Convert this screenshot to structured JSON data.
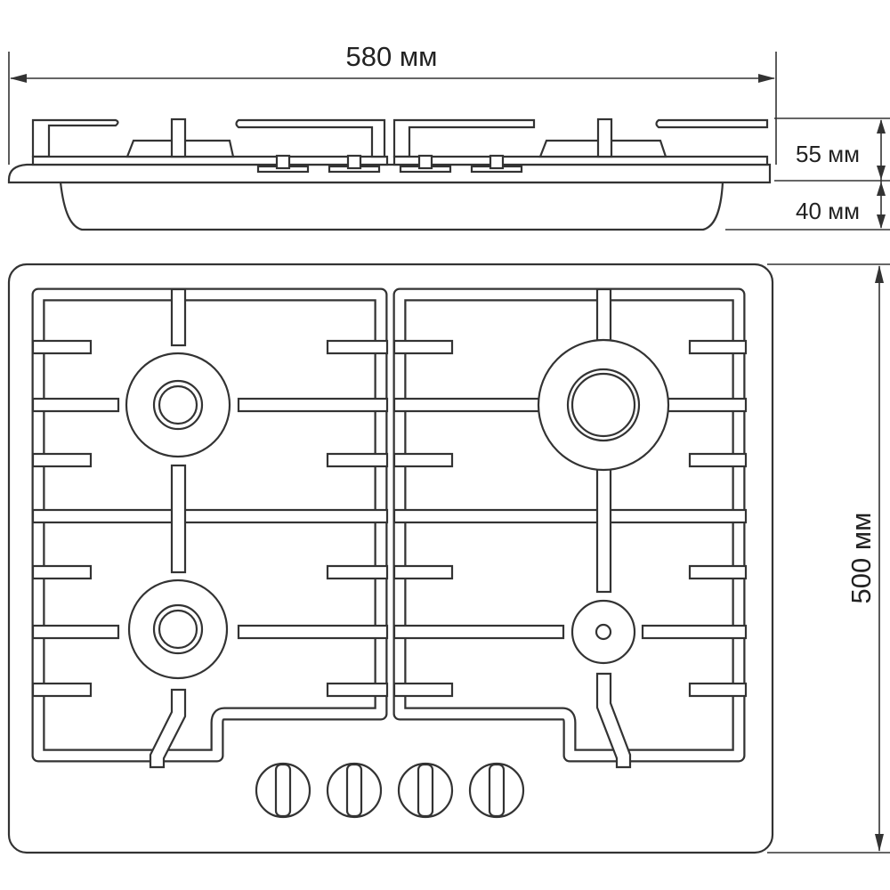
{
  "dimensions": {
    "width_label": "580 мм",
    "grate_height_label": "55 мм",
    "body_depth_label": "40 мм",
    "depth_label": "500 мм"
  },
  "hob": {
    "burner_count": 4,
    "knob_count": 4
  }
}
